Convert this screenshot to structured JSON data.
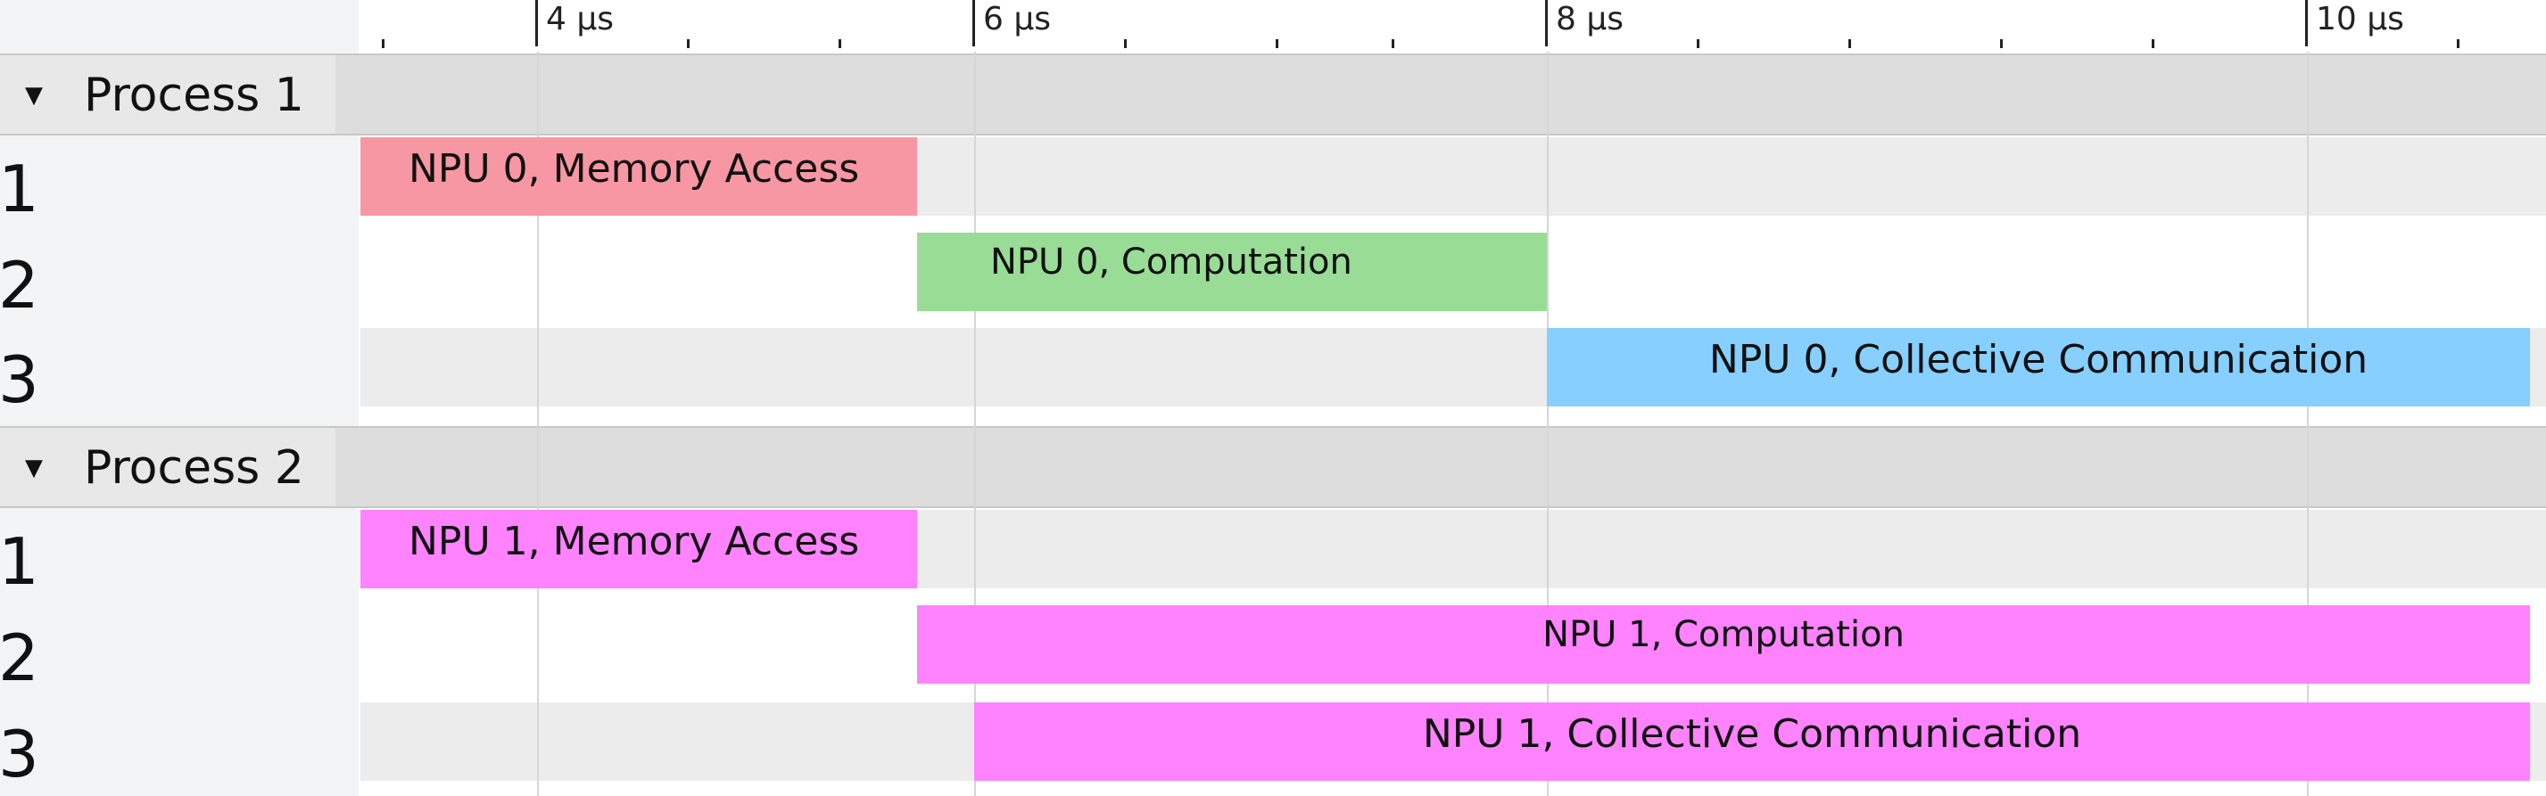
{
  "colors": {
    "memory_npu0": "#f797a4",
    "compute_npu0": "#99dc96",
    "collective_npu0": "#86cfff",
    "npu1": "#ff82ff",
    "group_header": "#dddddd",
    "sidebar": "#f3f4f6"
  },
  "ruler": {
    "labels": [
      "4 µs",
      "6 µs",
      "8 µs",
      "10 µs"
    ]
  },
  "groups": [
    {
      "title": "Process 1",
      "toggle_icon": "triangle-down-icon",
      "threads": [
        "1",
        "2",
        "3"
      ],
      "slices": [
        {
          "label": "NPU 0, Memory Access"
        },
        {
          "label": "NPU 0, Computation"
        },
        {
          "label": "NPU 0, Collective Communication"
        }
      ]
    },
    {
      "title": "Process 2",
      "toggle_icon": "triangle-down-icon",
      "threads": [
        "1",
        "2",
        "3"
      ],
      "slices": [
        {
          "label": "NPU 1, Memory Access"
        },
        {
          "label": "NPU 1, Computation"
        },
        {
          "label": "NPU 1, Collective Communication"
        }
      ]
    }
  ]
}
